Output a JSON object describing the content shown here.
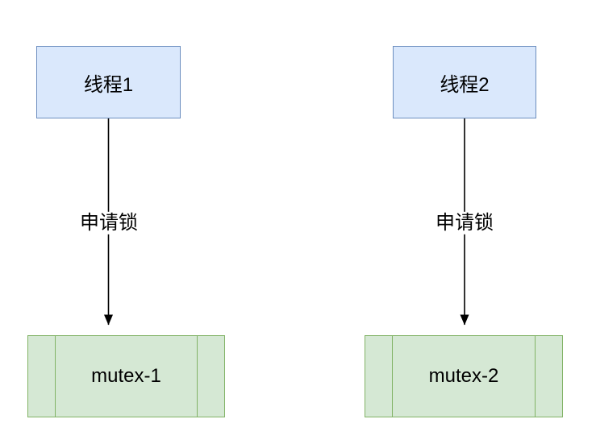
{
  "diagram": {
    "background_color": "#ffffff",
    "nodes": [
      {
        "id": "thread1",
        "label": "线程1",
        "shape": "rectangle",
        "fill": "#dae8fc",
        "stroke": "#6c8ebf"
      },
      {
        "id": "thread2",
        "label": "线程2",
        "shape": "rectangle",
        "fill": "#dae8fc",
        "stroke": "#6c8ebf"
      },
      {
        "id": "mutex1",
        "label": "mutex-1",
        "shape": "process",
        "fill": "#d5e8d4",
        "stroke": "#82b366"
      },
      {
        "id": "mutex2",
        "label": "mutex-2",
        "shape": "process",
        "fill": "#d5e8d4",
        "stroke": "#82b366"
      }
    ],
    "edges": [
      {
        "from": "thread1",
        "to": "mutex1",
        "label": "申请锁",
        "color": "#000000",
        "arrow": "filled-triangle"
      },
      {
        "from": "thread2",
        "to": "mutex2",
        "label": "申请锁",
        "color": "#000000",
        "arrow": "filled-triangle"
      }
    ]
  }
}
